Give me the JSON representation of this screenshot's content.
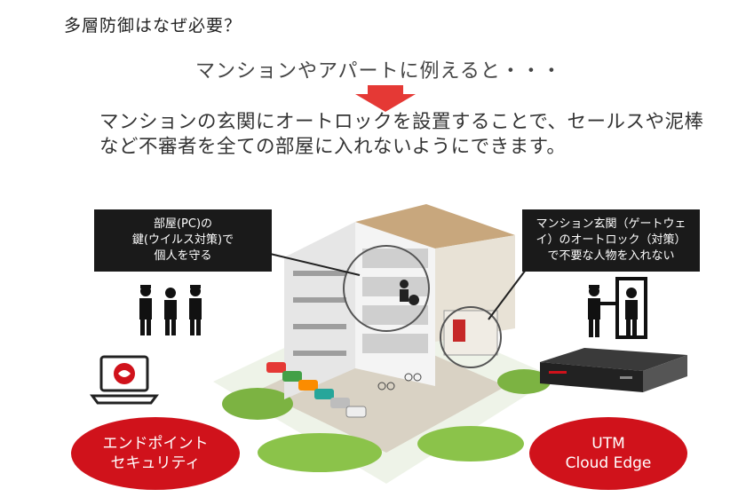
{
  "title": "多層防御はなぜ必要？",
  "subtitle": "マンションやアパートに例えると・・・",
  "description": "マンションの玄関にオートロックを設置することで、セールスや泥棒など不審者を全ての部屋に入れないようにできます。",
  "callout_left": {
    "lines": [
      "部屋(PC)の",
      "鍵(ウイルス対策)で",
      "個人を守る"
    ]
  },
  "callout_right": {
    "lines": [
      "マンション玄関（ゲートウェ",
      "イ）のオートロック（対策）",
      "で不要な人物を入れない"
    ]
  },
  "oval_left": {
    "lines": [
      "エンドポイント",
      "セキュリティ"
    ]
  },
  "oval_right": {
    "lines": [
      "UTM",
      "Cloud Edge"
    ]
  },
  "colors": {
    "accent_red": "#d0121b",
    "callout_bg": "#1a1a1a",
    "arrow_red": "#e53935"
  },
  "icons": [
    "security-laptop-icon",
    "guards-arrest-icon",
    "gate-guard-icon",
    "utm-appliance-icon",
    "apartment-building-illustration"
  ]
}
